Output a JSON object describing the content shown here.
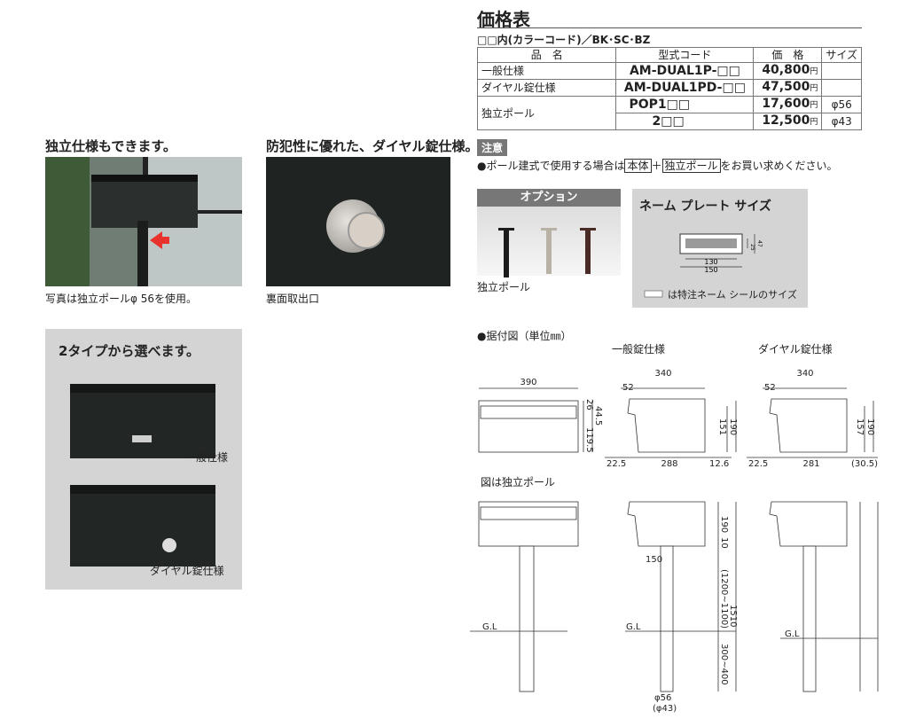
{
  "price_table": {
    "title": "価格表",
    "color_note": "□□内(カラーコード)／BK･SC･BZ",
    "headers": [
      "品　名",
      "型式コード",
      "価　格",
      "サイズ"
    ],
    "rows": [
      {
        "name": "一般仕様",
        "code": "AM-DUAL1P-□□",
        "price": "40,800",
        "unit": "円",
        "size": ""
      },
      {
        "name": "ダイヤル錠仕様",
        "code": "AM-DUAL1PD-□□",
        "price": "47,500",
        "unit": "円",
        "size": ""
      },
      {
        "name": "独立ポール",
        "code": "POP1□□",
        "price": "17,600",
        "unit": "円",
        "size": "φ56"
      },
      {
        "name": "",
        "code": "2□□",
        "price": "12,500",
        "unit": "円",
        "size": "φ43"
      }
    ]
  },
  "notice": {
    "tag": "注意",
    "text_before": "●ポール建式で使用する場合は",
    "box1": "本体",
    "plus": "＋",
    "box2": "独立ポール",
    "text_after": "をお買い求めください。"
  },
  "feature1": {
    "heading": "独立仕様もできます。",
    "caption": "写真は独立ポールφ 56を使用。"
  },
  "feature2": {
    "heading": "防犯性に優れた、ダイヤル錠仕様。",
    "caption": "裏面取出口"
  },
  "types": {
    "heading": "2タイプから選べます。",
    "label1": "一般仕様",
    "label2": "ダイヤル錠仕様"
  },
  "option": {
    "tag": "オプション",
    "caption": "独立ポール"
  },
  "nameplate": {
    "title": "ネーム プレート サイズ",
    "w_inner": "130",
    "w_outer": "150",
    "h_inner": "25",
    "h_outer": "47",
    "legend": "は特注ネーム シールのサイズ"
  },
  "drawing": {
    "title": "●据付図（単位㎜）",
    "col_general": "一般錠仕様",
    "col_dial": "ダイヤル錠仕様",
    "pole_note": "図は独立ポール",
    "dims_front": [
      "390",
      "26",
      "44.5",
      "119.5"
    ],
    "dims_general": [
      "340",
      "52",
      "151",
      "190",
      "22.5",
      "288",
      "12.6"
    ],
    "dims_dial": [
      "340",
      "52",
      "157",
      "190",
      "22.5",
      "281",
      "(30.5)"
    ],
    "dims_pole": [
      "190",
      "10",
      "150",
      "(1200~1100)",
      "1510",
      "300~400",
      "φ56",
      "(φ43)",
      "G.L"
    ]
  },
  "colors": {
    "dark_box": "#1f2322",
    "panel_gray": "#d4d4d4",
    "arrow_red": "#e8322b"
  }
}
